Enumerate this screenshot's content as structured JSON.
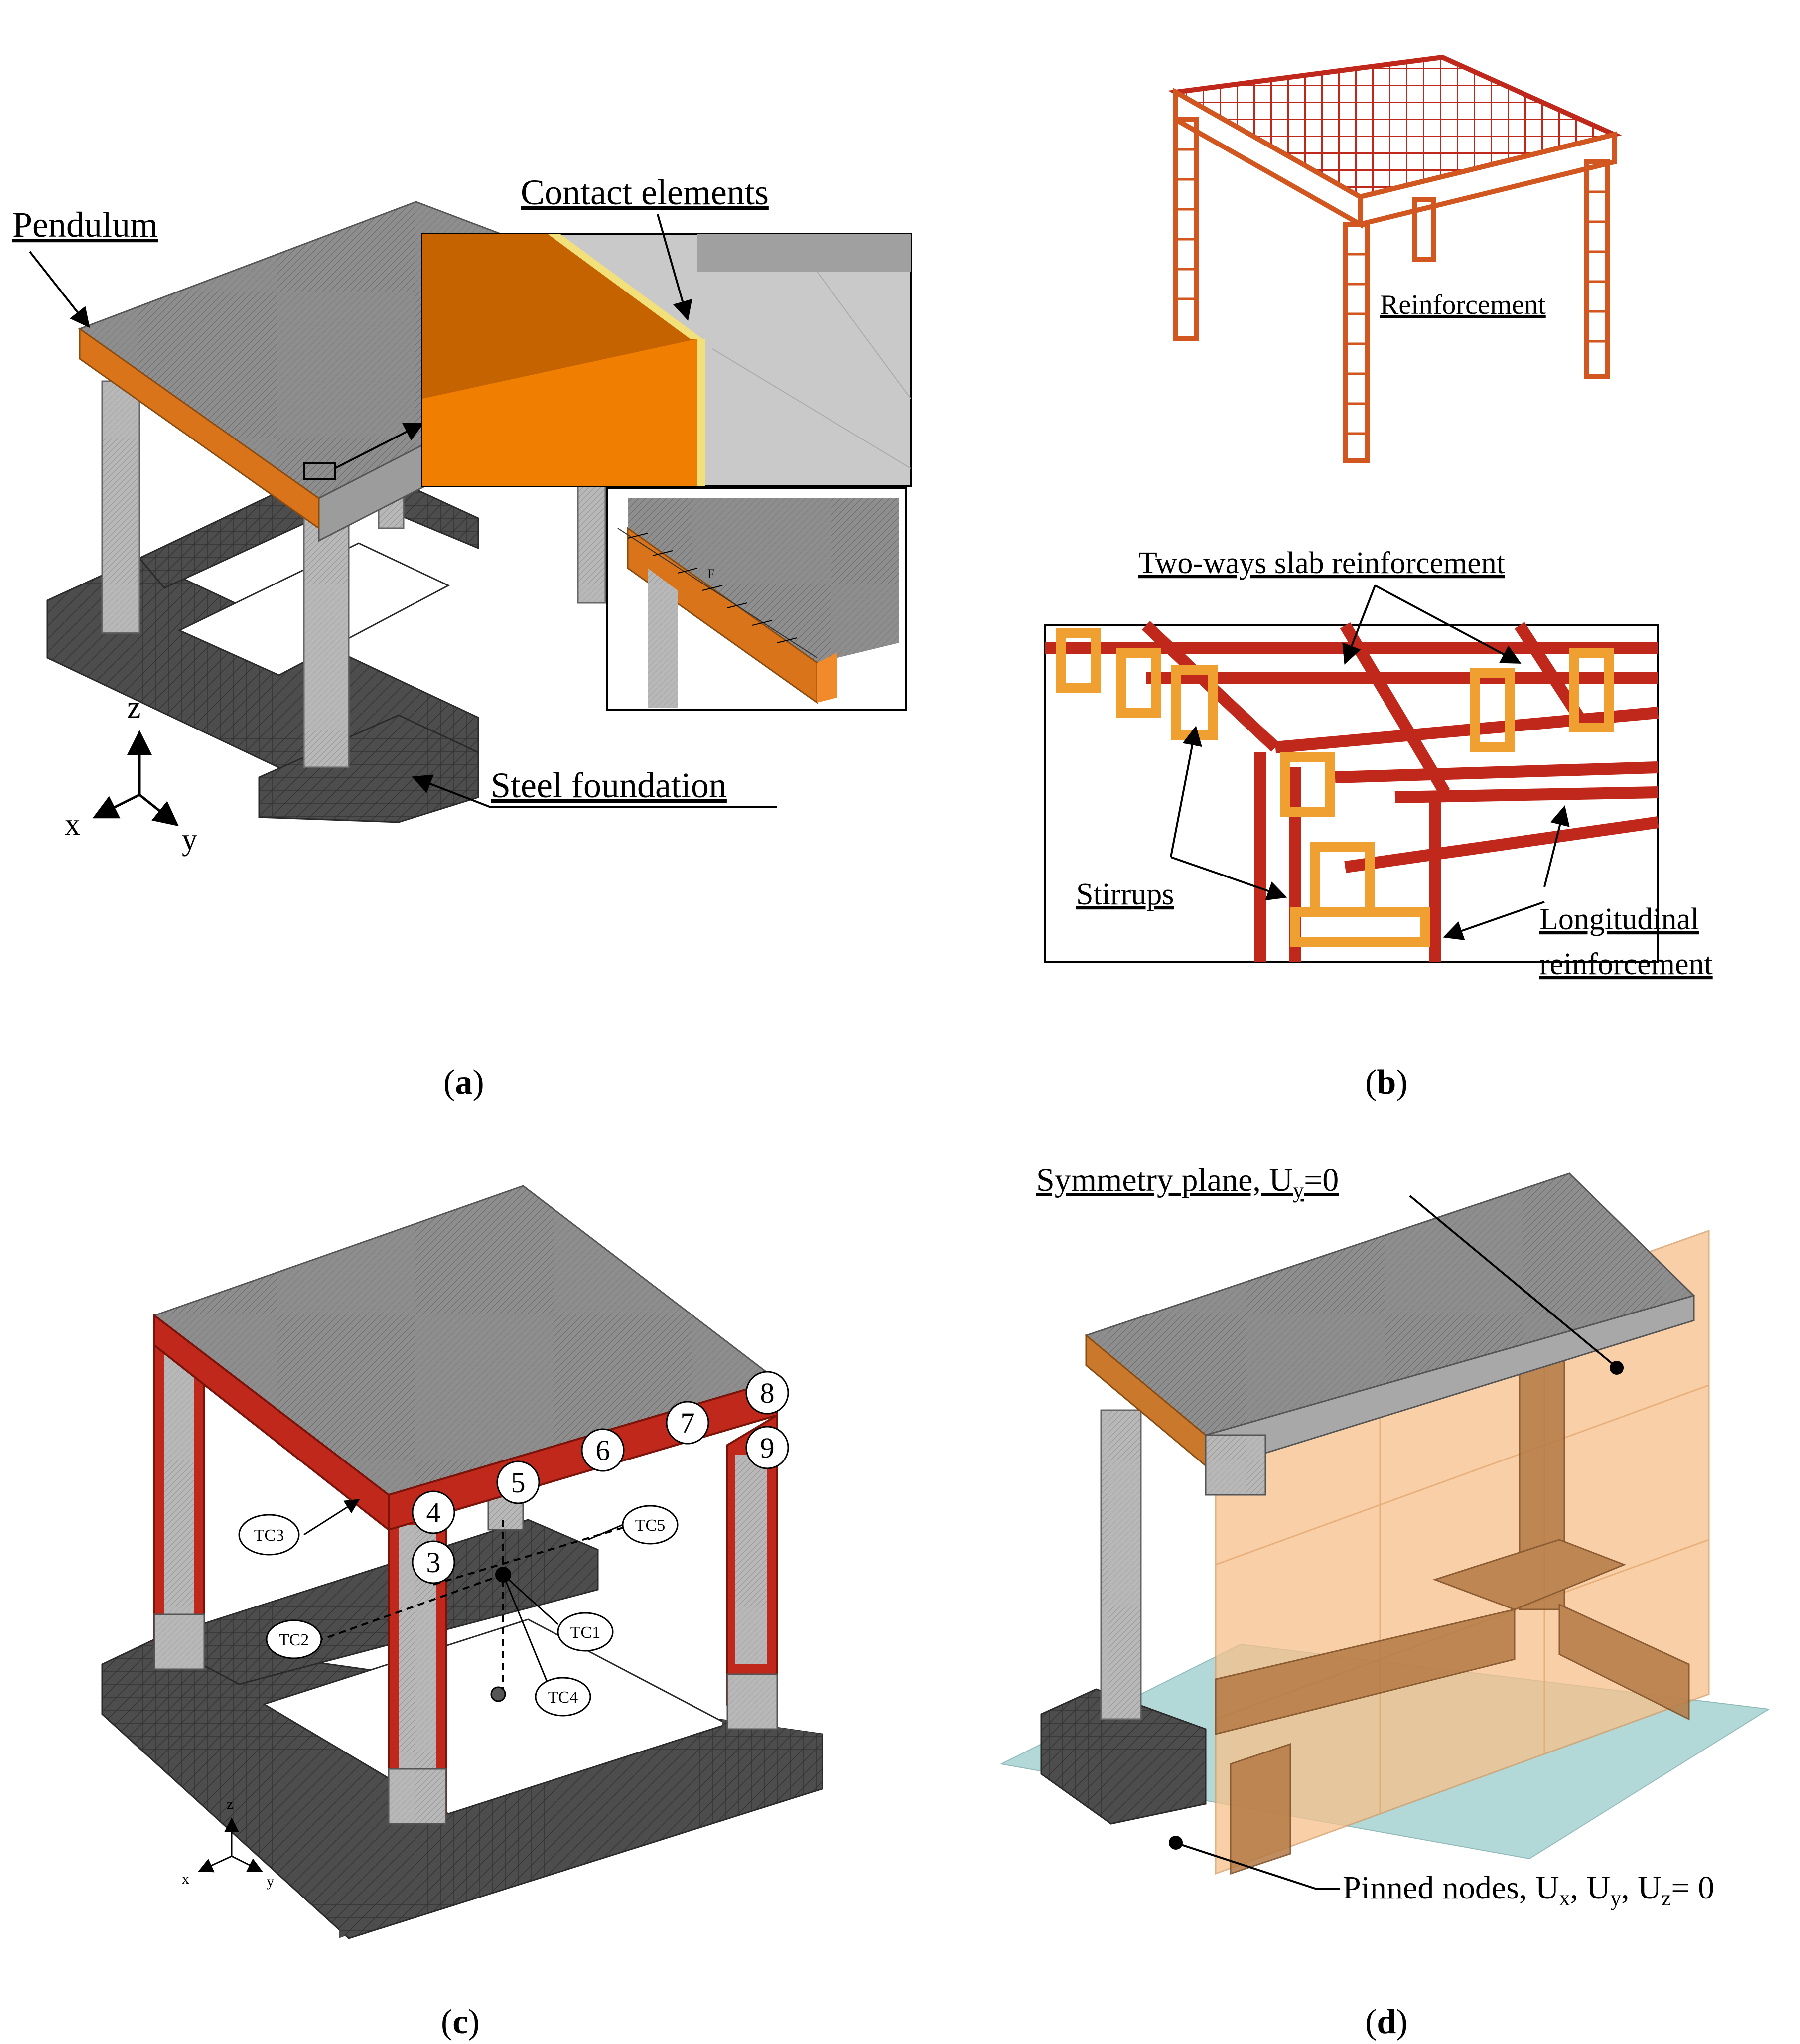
{
  "panels": {
    "a": {
      "caption_letter": "a",
      "labels": {
        "pendulum": "Pendulum",
        "contact_elements": "Contact elements",
        "steel_foundation": "Steel foundation",
        "force_symbol": "F"
      },
      "axes": {
        "z": "z",
        "x": "x",
        "y": "y"
      }
    },
    "b": {
      "caption_letter": "b",
      "labels": {
        "reinforcement": "Reinforcement",
        "two_ways_slab": "Two-ways slab reinforcement",
        "stirrups": "Stirrups",
        "longitudinal_line1": "Longitudinal",
        "longitudinal_line2": "reinforcement"
      }
    },
    "c": {
      "caption_letter": "c",
      "numbered_points": [
        "3",
        "4",
        "5",
        "6",
        "7",
        "8",
        "9"
      ],
      "thermocouples": [
        "TC1",
        "TC2",
        "TC3",
        "TC4",
        "TC5"
      ],
      "axes": {
        "z": "z",
        "x": "x",
        "y": "y"
      }
    },
    "d": {
      "caption_letter": "d",
      "labels": {
        "symmetry_plane": "Symmetry plane, U",
        "symmetry_sub": "y",
        "symmetry_tail": "=0",
        "pinned_nodes": "Pinned nodes, U",
        "pinned_x_sub": "x",
        "pinned_mid1": ", U",
        "pinned_y_sub": "y",
        "pinned_mid2": ", U",
        "pinned_z_sub": "z",
        "pinned_tail": "= 0"
      }
    }
  },
  "colors": {
    "concrete": "#8a8a8a",
    "steel_foundation": "#4a4a4a",
    "pendulum": "#d9741a",
    "rebar": "#c0281b",
    "stirrup": "#f0a030",
    "symmetry_plane": "#f6c08a",
    "ground_plane": "#9fcfcf",
    "contact_yellow": "#f2e07a"
  }
}
